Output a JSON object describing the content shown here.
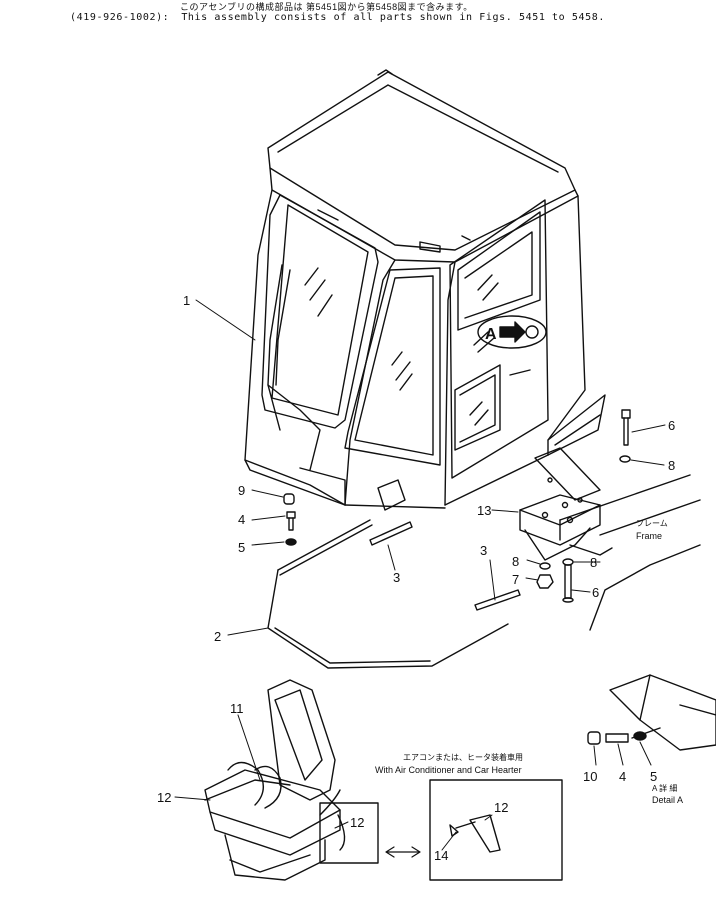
{
  "header": {
    "note_jp": "このアセンブリの構成部品は 第5451図から第5458図まで含みます。",
    "part_number": "(419-926-1002):",
    "note_en": "This assembly consists of all parts shown in Figs. 5451 to 5458."
  },
  "labels": {
    "frame_jp": "フレーム",
    "frame_en": "Frame",
    "ac_jp": "エアコンまたは、ヒータ装着車用",
    "ac_en": "With Air Conditioner and Car Hearter",
    "detail_jp": "A 詳 細",
    "detail_en": "Detail A",
    "detail_marker": "A"
  },
  "callouts": [
    {
      "id": "c1",
      "text": "1"
    },
    {
      "id": "c2",
      "text": "2"
    },
    {
      "id": "c3a",
      "text": "3"
    },
    {
      "id": "c3b",
      "text": "3"
    },
    {
      "id": "c4a",
      "text": "4"
    },
    {
      "id": "c4b",
      "text": "4"
    },
    {
      "id": "c5a",
      "text": "5"
    },
    {
      "id": "c5b",
      "text": "5"
    },
    {
      "id": "c6a",
      "text": "6"
    },
    {
      "id": "c6b",
      "text": "6"
    },
    {
      "id": "c7",
      "text": "7"
    },
    {
      "id": "c8a",
      "text": "8"
    },
    {
      "id": "c8b",
      "text": "8"
    },
    {
      "id": "c8c",
      "text": "8"
    },
    {
      "id": "c9",
      "text": "9"
    },
    {
      "id": "c10",
      "text": "10"
    },
    {
      "id": "c11",
      "text": "11"
    },
    {
      "id": "c12a",
      "text": "12"
    },
    {
      "id": "c12b",
      "text": "12"
    },
    {
      "id": "c12c",
      "text": "12"
    },
    {
      "id": "c13",
      "text": "13"
    },
    {
      "id": "c14",
      "text": "14"
    }
  ]
}
